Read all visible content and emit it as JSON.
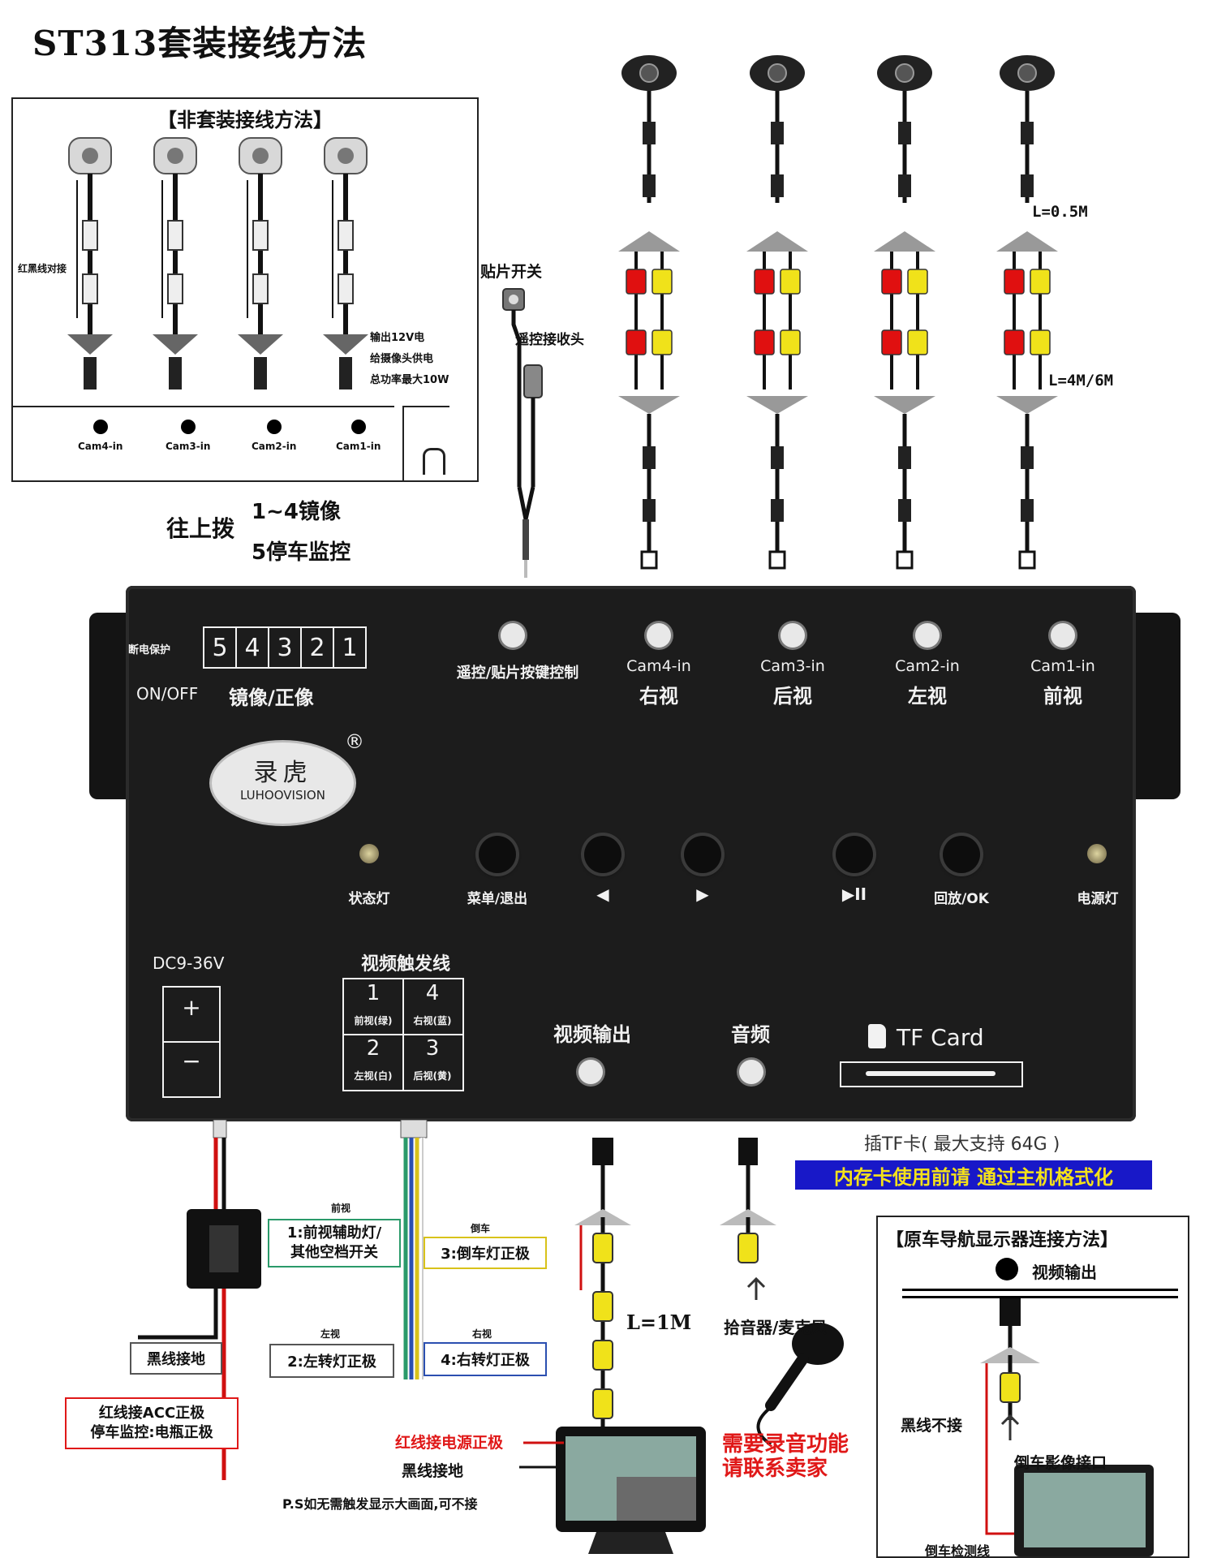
{
  "title": "ST313套装接线方法",
  "inset": {
    "title": "【非套装接线方法】",
    "red_black_note": "红黑线对接",
    "power_note": [
      "输出12V电",
      "给摄像头供电",
      "总功率最大10W"
    ],
    "ports": [
      "Cam4-in",
      "Cam3-in",
      "Cam2-in",
      "Cam1-in"
    ]
  },
  "switch_note": {
    "up": "往上拨",
    "line1": "1~4镜像",
    "line2": "5停车监控"
  },
  "top": {
    "patch_switch": "贴片开关",
    "remote_receiver": "遥控接收头",
    "len_short": "L=0.5M",
    "len_long": "L=4M/6M"
  },
  "panel": {
    "dip_left_label": "断电保护",
    "dip_numbers": [
      "5",
      "4",
      "3",
      "2",
      "1"
    ],
    "on_off": "ON/OFF",
    "mirror_label": "镜像/正像",
    "remote_label": "遥控/贴片按键控制",
    "cams": [
      {
        "id": "Cam4-in",
        "view": "右视"
      },
      {
        "id": "Cam3-in",
        "view": "后视"
      },
      {
        "id": "Cam2-in",
        "view": "左视"
      },
      {
        "id": "Cam1-in",
        "view": "前视"
      }
    ],
    "brand_cn": "录虎",
    "brand_en": "LUHOOVISION",
    "registered": "®",
    "status_led": "状态灯",
    "power_led": "电源灯",
    "buttons": [
      "菜单/退出",
      "◀",
      "▶",
      "▶II",
      "回放/OK"
    ],
    "dc": "DC9-36V",
    "plus": "+",
    "minus": "−",
    "trigger_title": "视频触发线",
    "triggers": [
      {
        "num": "1",
        "desc": "前视(绿)"
      },
      {
        "num": "4",
        "desc": "右视(蓝)"
      },
      {
        "num": "2",
        "desc": "左视(白)"
      },
      {
        "num": "3",
        "desc": "后视(黄)"
      }
    ],
    "video_out": "视频输出",
    "audio": "音频",
    "tf_card": "TF Card"
  },
  "tf_note": "插TF卡( 最大支持 64G )",
  "tf_warning": "内存卡使用前请 通过主机格式化",
  "wiring": {
    "front_small": "前视",
    "front_box": [
      "1:前视辅助灯/",
      "其他空档开关"
    ],
    "reverse_small": "倒车",
    "reverse_box": "3:倒车灯正极",
    "left_small": "左视",
    "left_box": "2:左转灯正极",
    "right_small": "右视",
    "right_box": "4:右转灯正极",
    "black_ground": "黑线接地",
    "red_acc": [
      "红线接ACC正极",
      "停车监控:电瓶正极"
    ]
  },
  "monitor": {
    "len": "L=1M",
    "red_power": "红线接电源正极",
    "black_ground": "黑线接地",
    "ps_note": "P.S如无需触发显示大画面,可不接"
  },
  "mic": {
    "label": "拾音器/麦克风",
    "note": [
      "需要录音功能",
      "请联系卖家"
    ]
  },
  "oem": {
    "title": "【原车导航显示器连接方法】",
    "video_out": "视频输出",
    "black_no": "黑线不接",
    "reverse_port": "倒车影像接口",
    "reverse_detect": "倒车检测线"
  },
  "colors": {
    "red_plug": "#e01010",
    "yellow_plug": "#f0e21a",
    "warning_bg": "#1818c8",
    "note_red": "#e01818",
    "green_box": "#2a9a6a",
    "blue_box": "#2b4fb0",
    "yellow_box": "#d8c21a",
    "panel": "#1c1c1c"
  }
}
